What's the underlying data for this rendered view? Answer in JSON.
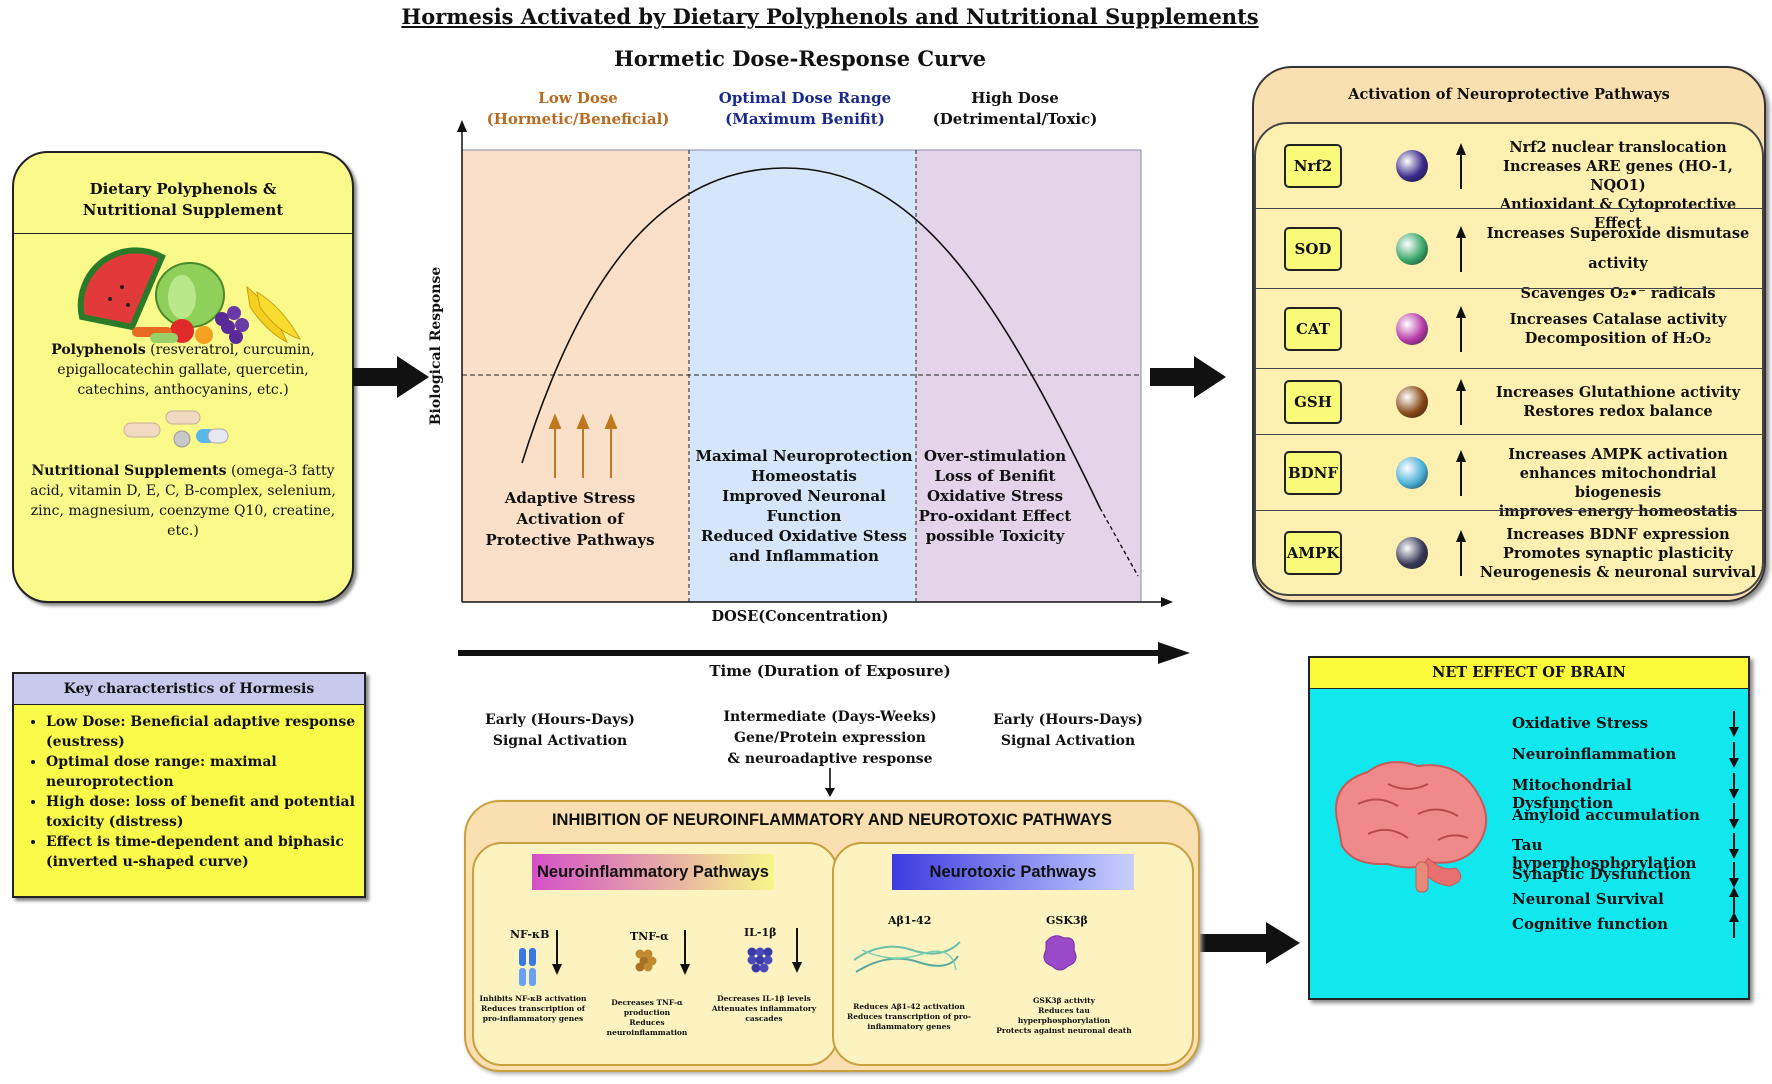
{
  "title": "Hormesis Activated by Dietary Polyphenols and Nutritional Supplements",
  "curve_title": "Hormetic Dose-Response Curve",
  "left_box": {
    "title_line1": "Dietary Polyphenols &",
    "title_line2": "Nutritional Supplement",
    "polyphenols_label": "Polyphenols",
    "polyphenols_text": " (resveratrol, curcumin, epigallocatechin gallate, quercetin, catechins, anthocyanins, etc.)",
    "supplements_label": "Nutritional Supplements",
    "supplements_text": " (omega-3 fatty acid, vitamin D, E, C, B-complex, selenium, zinc, magnesium, coenzyme Q10, creatine, etc.)"
  },
  "key_box": {
    "title": "Key characteristics of Hormesis",
    "items": [
      "Low Dose: Beneficial adaptive response (eustress)",
      "Optimal dose range: maximal neuroprotection",
      "High dose: loss of benefit and potential toxicity (distress)",
      "Effect is time-dependent and biphasic (inverted u-shaped curve)"
    ]
  },
  "curve": {
    "low_label1": "Low Dose",
    "low_label2": "(Hormetic/Beneficial)",
    "opt_label1": "Optimal Dose Range",
    "opt_label2": "(Maximum Benifit)",
    "high_label1": "High Dose",
    "high_label2": "(Detrimental/Toxic)",
    "y_axis": "Biological Response",
    "x_axis": "DOSE(Concentration)",
    "low_text": [
      "Adaptive Stress",
      "Activation of",
      "Protective Pathways"
    ],
    "opt_text": [
      "Maximal Neuroprotection",
      "Homeostatis",
      "Improved Neuronal Function",
      "Reduced Oxidative Stess",
      "and Inflammation"
    ],
    "high_text": [
      "Over-stimulation",
      "Loss of Benifit",
      "Oxidative Stress",
      "Pro-oxidant Effect",
      "possible Toxicity"
    ],
    "colors": {
      "low": "#fae0c8",
      "opt": "#d6e6fa",
      "high": "#e4d4ea",
      "arrow": "#c07820"
    }
  },
  "time": {
    "axis_label": "Time (Duration of Exposure)",
    "early1": "Early (Hours-Days)",
    "early1b": "Signal Activation",
    "inter1": "Intermediate (Days-Weeks)",
    "inter2": "Gene/Protein expression",
    "inter3": "& neuroadaptive response",
    "early2": "Early (Hours-Days)",
    "early2b": "Signal Activation"
  },
  "pathways": {
    "title": "Activation of Neuroprotective Pathways",
    "rows": [
      {
        "name": "Nrf2",
        "color": "#3a2a8a",
        "lines": [
          "Nrf2  nuclear translocation",
          "Increases ARE genes (HO-1, NQO1)",
          "Antioxidant & Cytoprotective Effect"
        ]
      },
      {
        "name": "SOD",
        "color": "#3aa86a",
        "lines": [
          "Increases Superoxide dismutase activity",
          "Scavenges O₂•⁻ radicals"
        ]
      },
      {
        "name": "CAT",
        "color": "#b83aa8",
        "lines": [
          "Increases Catalase activity",
          "Decomposition of H₂O₂"
        ]
      },
      {
        "name": "GSH",
        "color": "#8a4a18",
        "lines": [
          "Increases Glutathione activity",
          "Restores redox balance"
        ]
      },
      {
        "name": "BDNF",
        "color": "#4ab0d8",
        "lines": [
          "Increases AMPK activation",
          "enhances mitochondrial biogenesis",
          "improves energy homeostatis"
        ]
      },
      {
        "name": "AMPK",
        "color": "#3a3a5a",
        "lines": [
          "Increases BDNF expression",
          "Promotes synaptic plasticity",
          "Neurogenesis & neuronal survival"
        ]
      }
    ]
  },
  "net_effect": {
    "title": "NET EFFECT OF BRAIN",
    "items": [
      {
        "label": "Oxidative Stress",
        "dir": "down"
      },
      {
        "label": "Neuroinflammation",
        "dir": "down"
      },
      {
        "label": "Mitochondrial Dysfunction",
        "dir": "down"
      },
      {
        "label": "Amyloid accumulation",
        "dir": "down"
      },
      {
        "label": "Tau hyperphosphorylation",
        "dir": "down"
      },
      {
        "label": "Synaptic Dysfunction",
        "dir": "down"
      },
      {
        "label": "Neuronal Survival",
        "dir": "up"
      },
      {
        "label": "Cognitive function",
        "dir": "up"
      }
    ]
  },
  "inhibition": {
    "title": "INHIBITION OF NEUROINFLAMMATORY AND NEUROTOXIC PATHWAYS",
    "neuroinf_title": "Neuroinflammatory Pathways",
    "neurotox_title": "Neurotoxic Pathways",
    "nfkb": {
      "name": "NF-κB",
      "lines": [
        "Inhibits NF-κB activation",
        "Reduces transcription of",
        "pro-inflammatory genes"
      ]
    },
    "tnf": {
      "name": "TNF-α",
      "lines": [
        "Decreases TNF-α production",
        "Reduces neuroinflammation"
      ]
    },
    "il1b": {
      "name": "IL-1β",
      "lines": [
        "Decreases IL-1β levels",
        "Attenuates inflammatory",
        "cascades"
      ]
    },
    "abeta": {
      "name": "Aβ1-42",
      "lines": [
        "Reduces Aβ1-42 activation",
        "Reduces transcription of pro-",
        "inflammatory genes"
      ]
    },
    "gsk": {
      "name": "GSK3β",
      "lines": [
        "GSK3β activity",
        "Reduces tau hyperphosphorylation",
        "Protects against neuronal death"
      ]
    }
  }
}
